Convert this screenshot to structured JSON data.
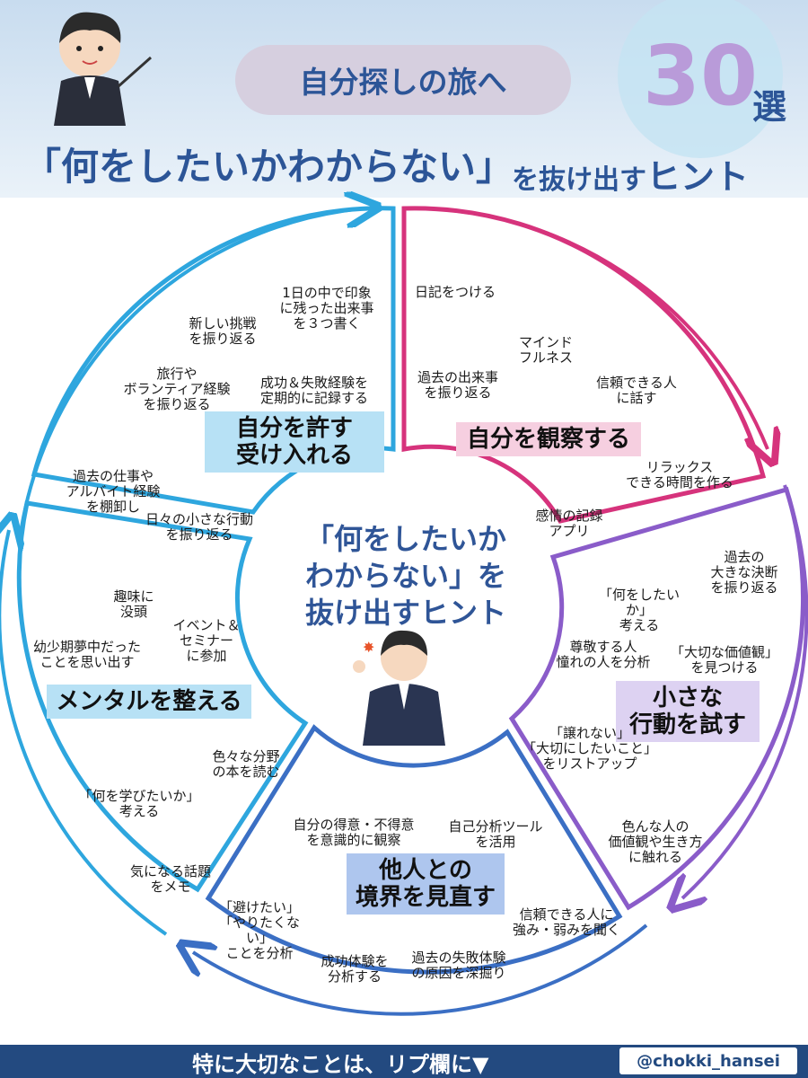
{
  "header": {
    "pill": "自分探しの旅へ",
    "count": "30",
    "count_suffix": "選",
    "title_main": "「何をしたいかわからない」",
    "title_sub_1": "を抜け出す",
    "title_sub_2": "ヒント"
  },
  "center": "「何をしたいか\nわからない」を\n抜け出すヒント",
  "categories": {
    "accept": "自分を許す\n受け入れる",
    "observe": "自分を観察する",
    "act": "小さな\n行動を試す",
    "boundary": "他人との\n境界を見直す",
    "mental": "メンタルを整える"
  },
  "tips": {
    "t01": "1日の中で印象\nに残った出来事\nを３つ書く",
    "t02": "新しい挑戦\nを振り返る",
    "t03": "旅行や\nボランティア経験\nを振り返る",
    "t04": "成功＆失敗経験を\n定期的に記録する",
    "t05": "過去の仕事や\nアルバイト経験\nを棚卸し",
    "t06": "日々の小さな行動\nを振り返る",
    "t07": "日記をつける",
    "t08": "マインド\nフルネス",
    "t09": "過去の出来事\nを振り返る",
    "t10": "信頼できる人\nに話す",
    "t11": "リラックス\nできる時間を作る",
    "t12": "感情の記録\nアプリ",
    "t13": "過去の\n大きな決断\nを振り返る",
    "t14": "「何をしたいか」\n考える",
    "t15": "尊敬する人\n憧れの人を分析",
    "t16": "「大切な価値観」\nを見つける",
    "t17": "「譲れない」\n「大切にしたいこと」\nをリストアップ",
    "t18": "色んな人の\n価値観や生き方\nに触れる",
    "t19": "自分の得意・不得意\nを意識的に観察",
    "t20": "自己分析ツール\nを活用",
    "t21": "信頼できる人に\n強み・弱みを聞く",
    "t22": "「避けたい」\n「やりたくない」\nことを分析",
    "t23": "成功体験を\n分析する",
    "t24": "過去の失敗体験\nの原因を深掘り",
    "t25": "趣味に\n没頭",
    "t26": "幼少期夢中だった\nことを思い出す",
    "t27": "イベント＆\nセミナー\nに参加",
    "t28": "色々な分野\nの本を読む",
    "t29": "「何を学びたいか」\n考える",
    "t30": "気になる話題\nをメモ"
  },
  "footer": {
    "text": "特に大切なことは、リプ欄に▼",
    "handle": "@chokki_hansei"
  },
  "colors": {
    "blue": "#2ea6de",
    "pink": "#d6337c",
    "purple": "#8a5cc9",
    "navy": "#3b6fc4",
    "cat_blue_bg": "#b7e1f5",
    "cat_pink_bg": "#f6cfe0",
    "cat_purple_bg": "#ddd2f2",
    "cat_navy_bg": "#aec6ee",
    "footer": "#234a80"
  }
}
